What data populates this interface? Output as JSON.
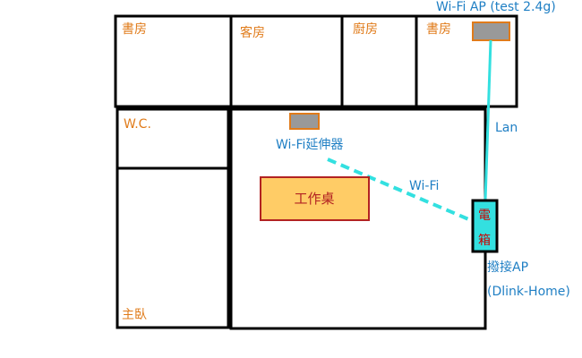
{
  "rooms": {
    "study_left": "書房",
    "living": "客房",
    "kitchen": "廚房",
    "study_right": "書房",
    "wc": "W.C.",
    "master": "主臥"
  },
  "devices": {
    "wifi_ap_label": "Wi-Fi AP (test 2.4g)",
    "extender_label": "Wi-Fi延伸器",
    "desk_label": "工作桌",
    "box_char_1": "電",
    "box_char_2": "箱",
    "router_label_line1": "撥接AP",
    "router_label_line2": "(Dlink-Home)"
  },
  "links": {
    "lan_label": "Lan",
    "wifi_label": "Wi-Fi"
  },
  "colors": {
    "room_label": "#e07b1a",
    "device_label": "#1f7fc4",
    "cable": "#33e0e0",
    "device_gray": "#999999",
    "device_border": "#e07b1a",
    "desk_fill": "#ffcc66",
    "desk_border": "#b22222",
    "box_text": "#cc0000"
  }
}
